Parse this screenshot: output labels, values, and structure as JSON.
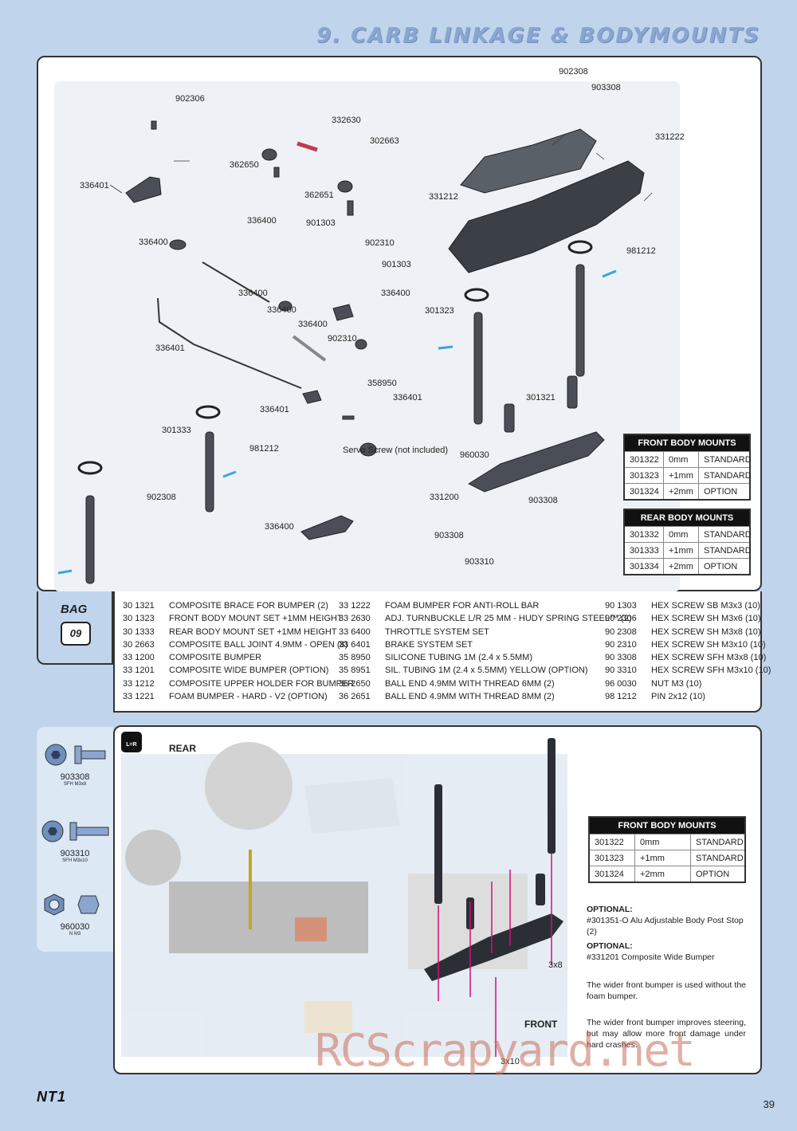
{
  "header": {
    "title": "9. CARB LINKAGE & BODYMOUNTS"
  },
  "diagram_labels": [
    {
      "text": "902306"
    },
    {
      "text": "336401"
    },
    {
      "text": "332630"
    },
    {
      "text": "302663"
    },
    {
      "text": "362650"
    },
    {
      "text": "362651"
    },
    {
      "text": "336400"
    },
    {
      "text": "336400"
    },
    {
      "text": "901303"
    },
    {
      "text": "902310"
    },
    {
      "text": "901303"
    },
    {
      "text": "336400"
    },
    {
      "text": "336400"
    },
    {
      "text": "336400"
    },
    {
      "text": "336400"
    },
    {
      "text": "336401"
    },
    {
      "text": "902310"
    },
    {
      "text": "358950"
    },
    {
      "text": "336401"
    },
    {
      "text": "336401"
    },
    {
      "text": "301333"
    },
    {
      "text": "981212"
    },
    {
      "text": "902308"
    },
    {
      "text": "Servo Screw (not included)"
    },
    {
      "text": "336400"
    },
    {
      "text": "902308"
    },
    {
      "text": "903308"
    },
    {
      "text": "331222"
    },
    {
      "text": "331212"
    },
    {
      "text": "981212"
    },
    {
      "text": "301323"
    },
    {
      "text": "301321"
    },
    {
      "text": "960030"
    },
    {
      "text": "331200"
    },
    {
      "text": "903308"
    },
    {
      "text": "903308"
    },
    {
      "text": "903310"
    }
  ],
  "front_body_mounts": {
    "title": "FRONT BODY MOUNTS",
    "rows": [
      [
        "301322",
        "0mm",
        "STANDARD"
      ],
      [
        "301323",
        "+1mm",
        "STANDARD"
      ],
      [
        "301324",
        "+2mm",
        "OPTION"
      ]
    ]
  },
  "rear_body_mounts": {
    "title": "REAR BODY MOUNTS",
    "rows": [
      [
        "301332",
        "0mm",
        "STANDARD"
      ],
      [
        "301333",
        "+1mm",
        "STANDARD"
      ],
      [
        "301334",
        "+2mm",
        "OPTION"
      ]
    ]
  },
  "bag": {
    "label": "BAG",
    "number": "09"
  },
  "parts": {
    "col1": [
      [
        "30 1321",
        "COMPOSITE BRACE FOR BUMPER (2)"
      ],
      [
        "30 1323",
        "FRONT BODY MOUNT SET +1MM HEIGHT"
      ],
      [
        "30 1333",
        "REAR BODY MOUNT SET +1MM HEIGHT"
      ],
      [
        "30 2663",
        "COMPOSITE BALL JOINT 4.9MM - OPEN (8)"
      ],
      [
        "33 1200",
        "COMPOSITE BUMPER"
      ],
      [
        "33 1201",
        "COMPOSITE WIDE BUMPER (OPTION)"
      ],
      [
        "33 1212",
        "COMPOSITE UPPER HOLDER FOR BUMPER"
      ],
      [
        "33 1221",
        "FOAM BUMPER - HARD - V2 (OPTION)"
      ]
    ],
    "col2": [
      [
        "33 1222",
        "FOAM BUMPER FOR ANTI-ROLL BAR"
      ],
      [
        "33 2630",
        "ADJ. TURNBUCKLE L/R 25 MM - HUDY SPRING STEEL™ (2)"
      ],
      [
        "33 6400",
        "THROTTLE SYSTEM SET"
      ],
      [
        "33 6401",
        "BRAKE SYSTEM SET"
      ],
      [
        "35 8950",
        "SILICONE TUBING 1M (2.4 x 5.5MM)"
      ],
      [
        "35 8951",
        "SIL. TUBING 1M (2.4 x 5.5MM) YELLOW (OPTION)"
      ],
      [
        "36 2650",
        "BALL END 4.9MM WITH THREAD 6MM (2)"
      ],
      [
        "36 2651",
        "BALL END 4.9MM WITH THREAD 8MM (2)"
      ]
    ],
    "col3": [
      [
        "90 1303",
        "HEX SCREW SB M3x3  (10)"
      ],
      [
        "90 2306",
        "HEX SCREW SH M3x6  (10)"
      ],
      [
        "90 2308",
        "HEX SCREW SH M3x8  (10)"
      ],
      [
        "90 2310",
        "HEX SCREW SH M3x10  (10)"
      ],
      [
        "90 3308",
        "HEX SCREW SFH M3x8  (10)"
      ],
      [
        "90 3310",
        "HEX SCREW SFH M3x10  (10)"
      ],
      [
        "96 0030",
        "NUT M3  (10)"
      ],
      [
        "98 1212",
        "PIN 2x12  (10)"
      ]
    ]
  },
  "screws": [
    {
      "code": "903308",
      "sub": "SFH M3x8"
    },
    {
      "code": "903310",
      "sub": "SFH M3x10"
    },
    {
      "code": "960030",
      "sub": "N M3"
    }
  ],
  "assembly": {
    "lr_badge": "L=R",
    "rear_label": "REAR",
    "front_label": "FRONT",
    "qty_3x8": "3x8",
    "qty_3x10": "3x10"
  },
  "notes": {
    "optional1_title": "OPTIONAL:",
    "optional1_text": "#301351-O Alu Adjustable Body Post Stop (2)",
    "optional2_title": "OPTIONAL:",
    "optional2_text": "#331201 Composite Wide Bumper",
    "para1": "The wider front bumper is used without the foam bumper.",
    "para2": "The wider front bumper improves steering, but may allow more front damage under hard crashes."
  },
  "footer": {
    "logo": "NT1",
    "page_number": "39",
    "watermark": "RCScrapyard.net"
  },
  "colors": {
    "background": "#c0d4ec",
    "title": "#8aa6cf",
    "arrow": "#d0107a",
    "orange": "#e8832a"
  }
}
